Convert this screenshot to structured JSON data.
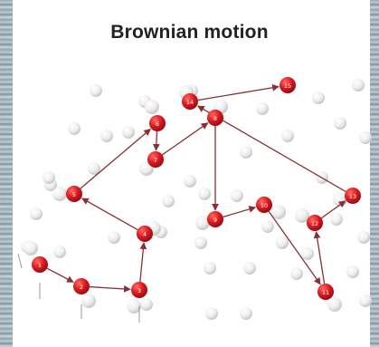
{
  "title": "Brownian motion",
  "colors": {
    "particle": "#d7121b",
    "particle_light": "#ff5b55",
    "arrow": "#8a2f33",
    "molecule": "#e4e4e4"
  },
  "particle_labels": [
    "1",
    "2",
    "3",
    "4",
    "5",
    "6",
    "7",
    "8",
    "9",
    "10",
    "11",
    "12",
    "13",
    "14",
    "15"
  ]
}
